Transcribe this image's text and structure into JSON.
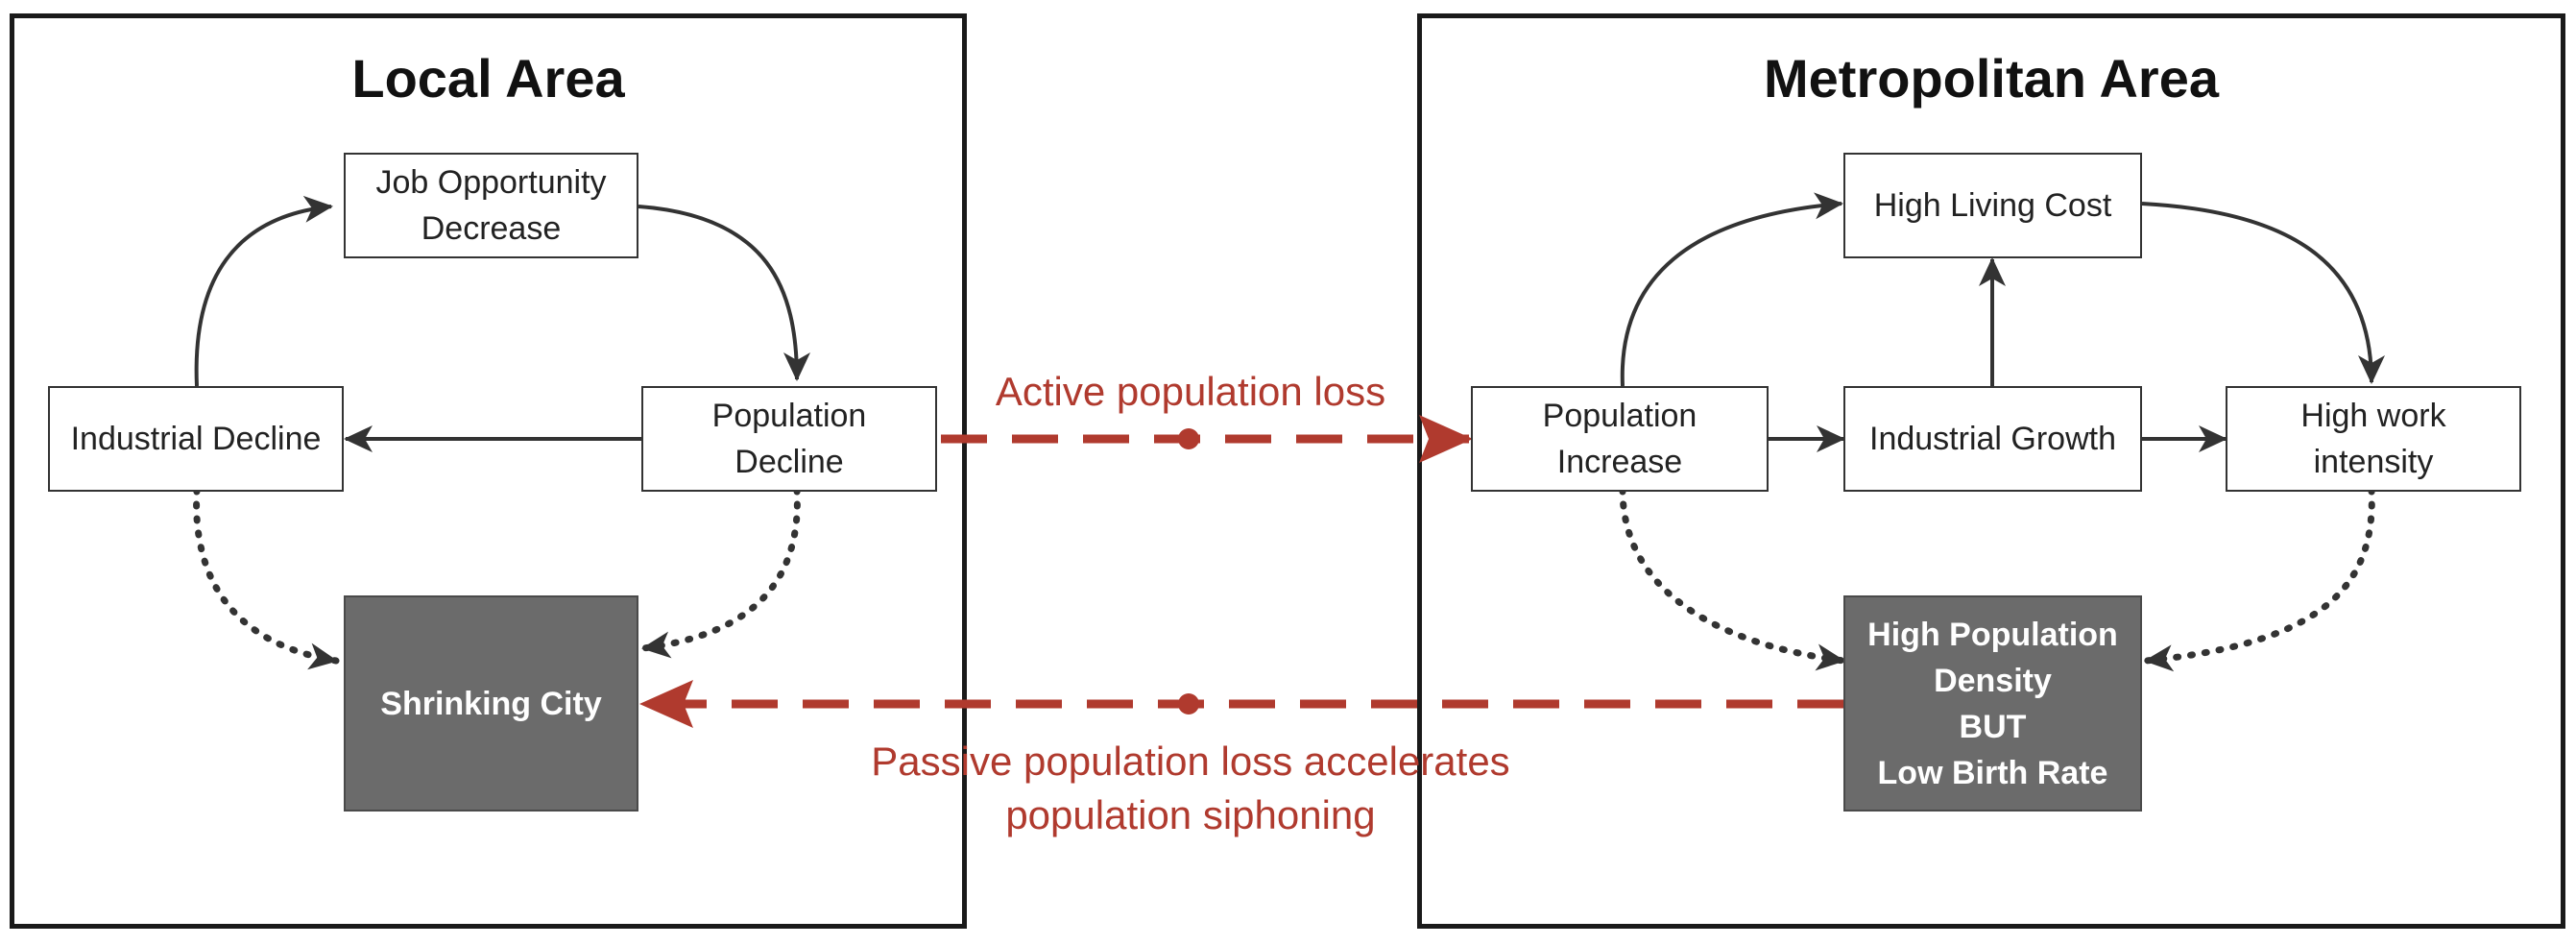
{
  "panels": {
    "local": {
      "title": "Local Area",
      "nodes": {
        "job": "Job Opportunity\nDecrease",
        "industrial_decline": "Industrial Decline",
        "population_decline": "Population\nDecline",
        "shrinking_city": "Shrinking City"
      }
    },
    "metro": {
      "title": "Metropolitan Area",
      "nodes": {
        "high_living_cost": "High Living Cost",
        "population_increase": "Population\nIncrease",
        "industrial_growth": "Industrial Growth",
        "high_work_intensity": "High work\nintensity",
        "high_density": "High Population\nDensity\nBUT\nLow Birth Rate"
      }
    }
  },
  "flows": {
    "active": "Active population loss",
    "passive": "Passive population loss accelerates\npopulation siphoning"
  },
  "colors": {
    "flow": "#b03a2e",
    "arrow": "#333333",
    "dark_node": "#6b6b6b"
  }
}
